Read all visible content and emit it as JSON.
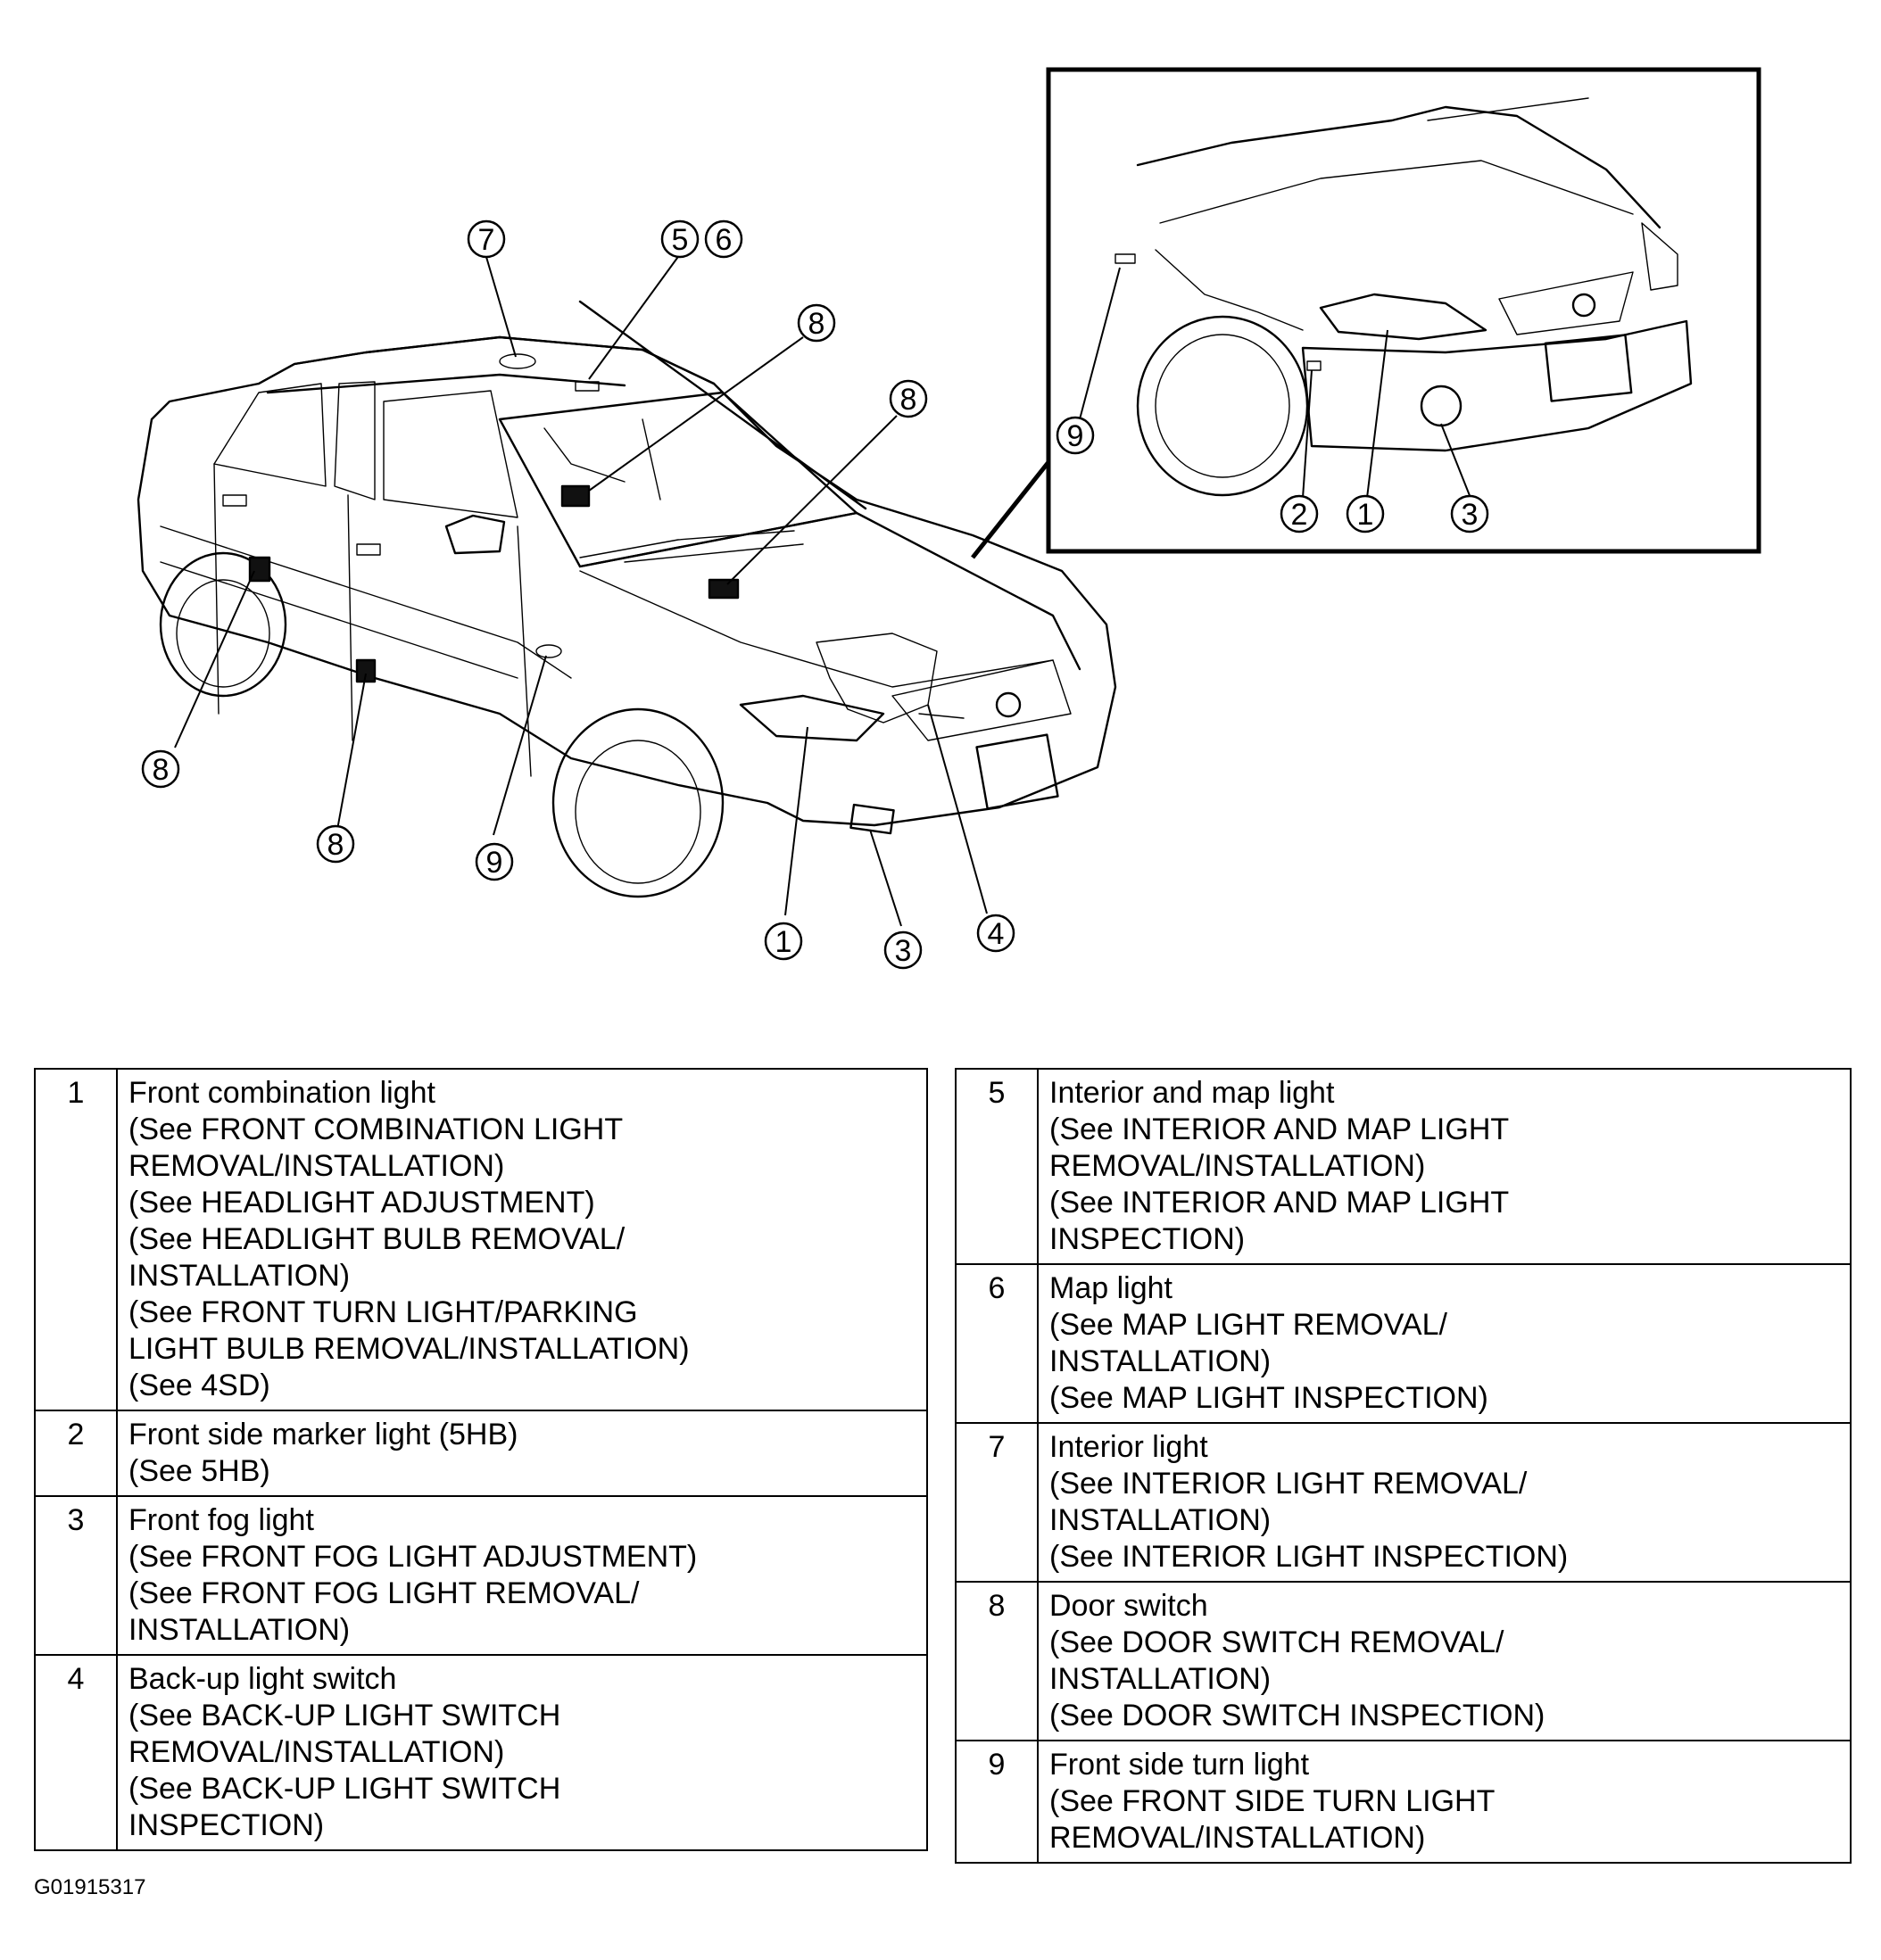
{
  "callouts": {
    "main": [
      "7",
      "5",
      "6",
      "8",
      "8",
      "8",
      "8",
      "9",
      "1",
      "3",
      "4"
    ],
    "inset": [
      "9",
      "2",
      "1",
      "3"
    ]
  },
  "legend_left": [
    {
      "num": "1",
      "lines": [
        "Front combination light",
        "(See FRONT COMBINATION LIGHT",
        "REMOVAL/INSTALLATION)",
        "(See  HEADLIGHT ADJUSTMENT)",
        "(See HEADLIGHT BULB REMOVAL/",
        "INSTALLATION)",
        "(See FRONT TURN LIGHT/PARKING",
        "LIGHT BULB REMOVAL/INSTALLATION)",
        "(See  4SD)"
      ]
    },
    {
      "num": "2",
      "lines": [
        "Front side marker light (5HB)",
        "(See 5HB)"
      ]
    },
    {
      "num": "3",
      "lines": [
        "Front fog light",
        "(See  FRONT FOG LIGHT ADJUSTMENT)",
        "(See  FRONT FOG LIGHT REMOVAL/",
        "INSTALLATION)"
      ]
    },
    {
      "num": "4",
      "lines": [
        "Back-up light switch",
        "(See BACK-UP LIGHT SWITCH",
        "REMOVAL/INSTALLATION)",
        "(See BACK-UP LIGHT SWITCH",
        "INSPECTION)"
      ]
    }
  ],
  "legend_right": [
    {
      "num": "5",
      "lines": [
        "Interior and map light",
        "(See INTERIOR AND MAP LIGHT",
        "REMOVAL/INSTALLATION)",
        "(See INTERIOR AND MAP LIGHT",
        "INSPECTION)"
      ]
    },
    {
      "num": "6",
      "lines": [
        "Map light",
        "(See MAP LIGHT REMOVAL/",
        "INSTALLATION)",
        "(See MAP LIGHT INSPECTION)"
      ]
    },
    {
      "num": "7",
      "lines": [
        "Interior light",
        "(See INTERIOR LIGHT REMOVAL/",
        "INSTALLATION)",
        "(See  INTERIOR LIGHT INSPECTION)"
      ]
    },
    {
      "num": "8",
      "lines": [
        "Door switch",
        "(See DOOR SWITCH REMOVAL/",
        "INSTALLATION)",
        "(See DOOR SWITCH INSPECTION)"
      ]
    },
    {
      "num": "9",
      "lines": [
        "Front side turn light",
        "(See FRONT SIDE TURN LIGHT",
        "REMOVAL/INSTALLATION)"
      ]
    }
  ],
  "figure_id": "G01915317"
}
